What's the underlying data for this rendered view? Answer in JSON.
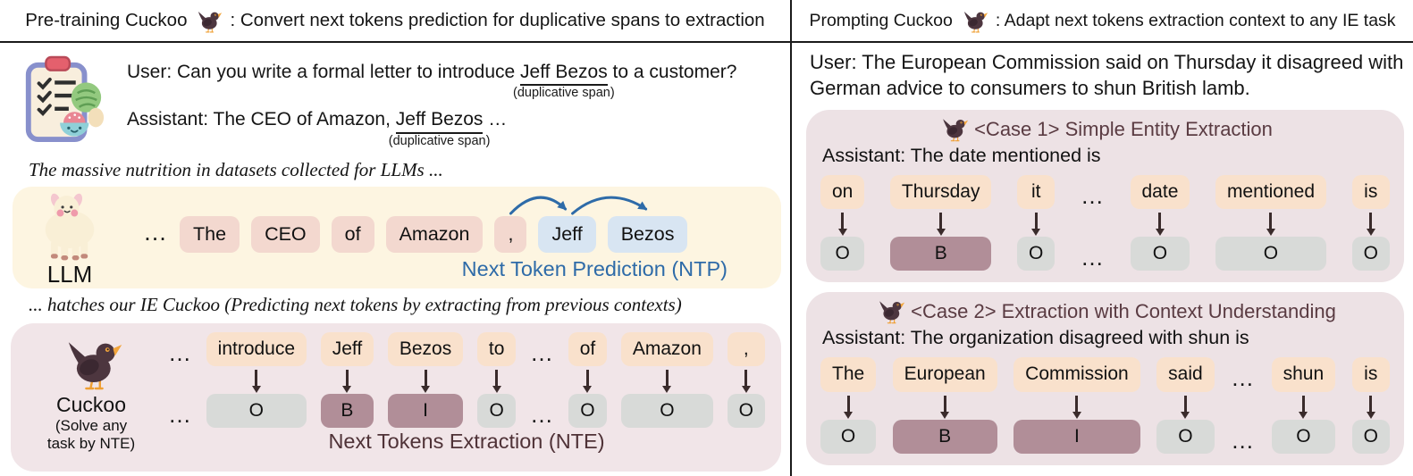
{
  "header": {
    "left": {
      "prefix": "Pre-training Cuckoo",
      "suffix": ": Convert next tokens prediction for duplicative spans to extraction"
    },
    "right": {
      "prefix": "Prompting Cuckoo",
      "suffix": ": Adapt next tokens extraction context to any IE task"
    }
  },
  "left_panel": {
    "dialogue": {
      "user_prefix": "User: Can you write a formal letter to introduce",
      "user_span": "Jeff Bezos",
      "user_suffix": "to a customer?",
      "assistant_prefix": "Assistant: The CEO of Amazon,",
      "assistant_span": "Jeff Bezos",
      "assistant_suffix": "…",
      "span_label": "(duplicative span)"
    },
    "note_top": "The massive nutrition in datasets collected for LLMs ...",
    "llm_box": {
      "model_label": "LLM",
      "leading_ellipsis": "…",
      "tokens": [
        {
          "text": "The",
          "type": "pink"
        },
        {
          "text": "CEO",
          "type": "pink"
        },
        {
          "text": "of",
          "type": "pink"
        },
        {
          "text": "Amazon",
          "type": "pink"
        },
        {
          "text": ",",
          "type": "pink"
        },
        {
          "text": "Jeff",
          "type": "blue"
        },
        {
          "text": "Bezos",
          "type": "blue"
        }
      ],
      "caption": "Next Token Prediction (NTP)"
    },
    "note_bottom": "... hatches our IE Cuckoo (Predicting next tokens by extracting from previous contexts)",
    "cuckoo_box": {
      "model_label": "Cuckoo",
      "model_sublabel_line1": "(Solve any",
      "model_sublabel_line2": "task by NTE)",
      "columns": [
        {
          "token": "…",
          "tag": "…",
          "ellipsis": true
        },
        {
          "token": "introduce",
          "tag": "O"
        },
        {
          "token": "Jeff",
          "tag": "B"
        },
        {
          "token": "Bezos",
          "tag": "I"
        },
        {
          "token": "to",
          "tag": "O"
        },
        {
          "token": "…",
          "tag": "…",
          "ellipsis": true
        },
        {
          "token": "of",
          "tag": "O"
        },
        {
          "token": "Amazon",
          "tag": "O"
        },
        {
          "token": ",",
          "tag": "O"
        }
      ],
      "caption": "Next Tokens Extraction (NTE)"
    }
  },
  "right_panel": {
    "user_text": "User: The European Commission said on Thursday it disagreed with German advice to consumers to shun British lamb.",
    "cases": [
      {
        "title": "<Case 1> Simple Entity Extraction",
        "assistant": "Assistant: The date mentioned is",
        "columns": [
          {
            "token": "on",
            "tag": "O"
          },
          {
            "token": "Thursday",
            "tag": "B"
          },
          {
            "token": "it",
            "tag": "O"
          },
          {
            "token": "…",
            "tag": "…",
            "ellipsis": true
          },
          {
            "token": "date",
            "tag": "O"
          },
          {
            "token": "mentioned",
            "tag": "O"
          },
          {
            "token": "is",
            "tag": "O"
          }
        ]
      },
      {
        "title": "<Case 2> Extraction with Context Understanding",
        "assistant": "Assistant: The organization disagreed with shun is",
        "columns": [
          {
            "token": "The",
            "tag": "O"
          },
          {
            "token": "European",
            "tag": "B"
          },
          {
            "token": "Commission",
            "tag": "I"
          },
          {
            "token": "said",
            "tag": "O"
          },
          {
            "token": "…",
            "tag": "…",
            "ellipsis": true
          },
          {
            "token": "shun",
            "tag": "O"
          },
          {
            "token": "is",
            "tag": "O"
          }
        ]
      }
    ]
  },
  "colors": {
    "ntp_blue": "#2e6ba8",
    "nte_maroon": "#4f3237",
    "case_title_maroon": "#5a3b42",
    "llm_box_bg": "#fdf5e1",
    "mauve_box_bg": "#f1e5e8",
    "case_box_bg": "#ede2e5",
    "pink_token": "#f3d8cf",
    "blue_token": "#d8e5f2",
    "peach_token": "#f9e1cc",
    "gray_tag": "#d8dad8",
    "maroon_tag": "#b18e98"
  }
}
